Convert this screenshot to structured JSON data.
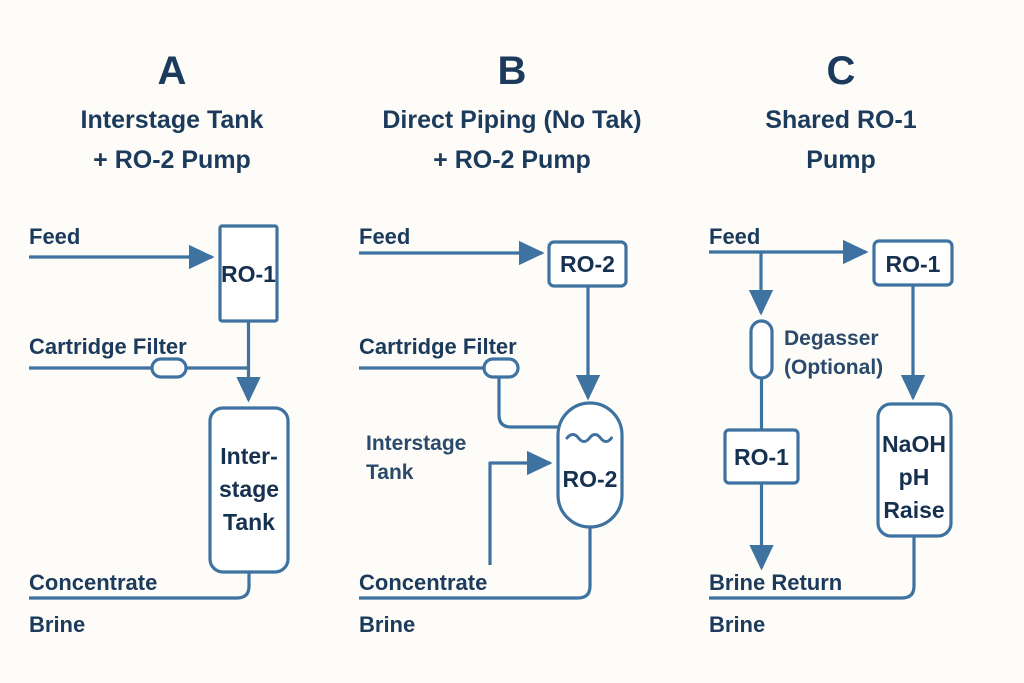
{
  "figure": {
    "background_color": "#FDFCF8",
    "line_color": "#3E72A0",
    "text_color": "#1B3A5C"
  },
  "panels": [
    {
      "letter": "A",
      "title_line1": "Interstage Tank",
      "title_line2": "+ RO-2 Pump",
      "labels": {
        "feed": "Feed",
        "cartridge_filter": "Cartridge Filter",
        "concentrate": "Concentrate",
        "brine": "Brine"
      },
      "nodes": {
        "membrane": "RO-1",
        "tank_line1": "Inter-",
        "tank_line2": "stage",
        "tank_line3": "Tank"
      }
    },
    {
      "letter": "B",
      "title_line1": "Direct Piping (No Tak)",
      "title_line2": "+ RO-2 Pump",
      "labels": {
        "feed": "Feed",
        "cartridge_filter": "Cartridge Filter",
        "interstage_line1": "Interstage",
        "interstage_line2": "Tank",
        "concentrate": "Concentrate",
        "brine": "Brine"
      },
      "nodes": {
        "pump": "RO-2",
        "vessel": "RO-2"
      }
    },
    {
      "letter": "C",
      "title_line1": "Shared RO-1",
      "title_line2": "Pump",
      "labels": {
        "feed": "Feed",
        "degasser_line1": "Degasser",
        "degasser_line2": "(Optional)",
        "brine_return": "Brine Return",
        "brine": "Brine"
      },
      "nodes": {
        "membrane_top": "RO-1",
        "membrane_bottom": "RO-1",
        "dosing_line1": "NaOH",
        "dosing_line2": "pH",
        "dosing_line3": "Raise"
      }
    }
  ]
}
